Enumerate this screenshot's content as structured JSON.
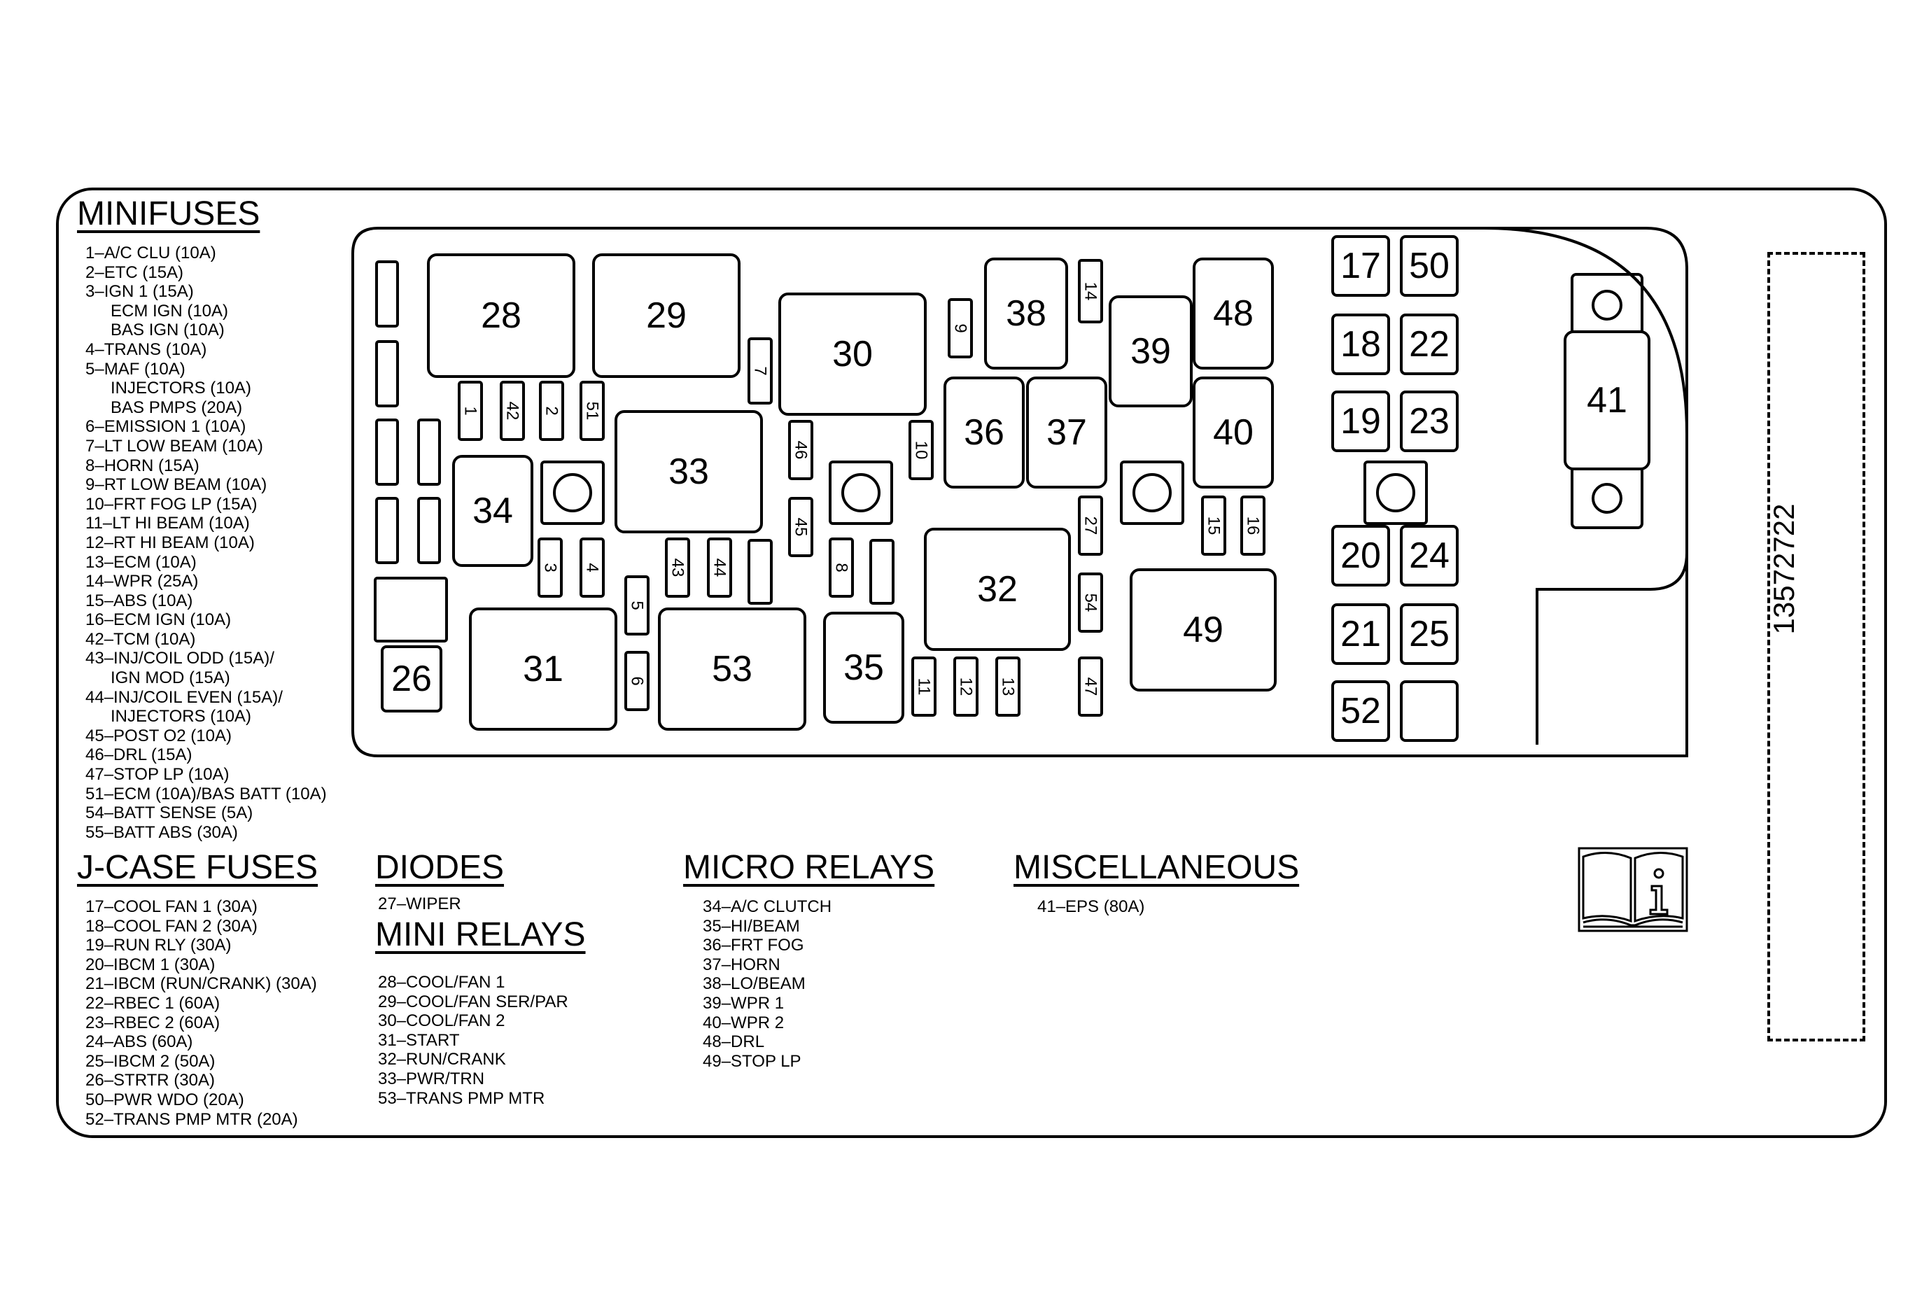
{
  "sections": {
    "minifuses": {
      "title": "MINIFUSES",
      "items": [
        {
          "text": "1–A/C CLU (10A)",
          "indent": false
        },
        {
          "text": "2–ETC (15A)",
          "indent": false
        },
        {
          "text": "3–IGN 1 (15A)",
          "indent": false
        },
        {
          "text": "ECM IGN (10A)",
          "indent": true
        },
        {
          "text": "BAS IGN (10A)",
          "indent": true
        },
        {
          "text": "4–TRANS (10A)",
          "indent": false
        },
        {
          "text": "5–MAF (10A)",
          "indent": false
        },
        {
          "text": "INJECTORS (10A)",
          "indent": true
        },
        {
          "text": "BAS PMPS (20A)",
          "indent": true
        },
        {
          "text": "6–EMISSION 1 (10A)",
          "indent": false
        },
        {
          "text": "7–LT LOW BEAM (10A)",
          "indent": false
        },
        {
          "text": "8–HORN (15A)",
          "indent": false
        },
        {
          "text": "9–RT LOW BEAM (10A)",
          "indent": false
        },
        {
          "text": "10–FRT FOG LP (15A)",
          "indent": false
        },
        {
          "text": "11–LT HI BEAM (10A)",
          "indent": false
        },
        {
          "text": "12–RT HI BEAM (10A)",
          "indent": false
        },
        {
          "text": "13–ECM (10A)",
          "indent": false
        },
        {
          "text": "14–WPR (25A)",
          "indent": false
        },
        {
          "text": "15–ABS (10A)",
          "indent": false
        },
        {
          "text": "16–ECM IGN (10A)",
          "indent": false
        },
        {
          "text": "42–TCM (10A)",
          "indent": false
        },
        {
          "text": "43–INJ/COIL ODD (15A)/",
          "indent": false
        },
        {
          "text": "IGN MOD (15A)",
          "indent": true
        },
        {
          "text": "44–INJ/COIL EVEN (15A)/",
          "indent": false
        },
        {
          "text": "INJECTORS (10A)",
          "indent": true
        },
        {
          "text": "45–POST O2 (10A)",
          "indent": false
        },
        {
          "text": "46–DRL (15A)",
          "indent": false
        },
        {
          "text": "47–STOP LP (10A)",
          "indent": false
        },
        {
          "text": "51–ECM (10A)/BAS BATT (10A)",
          "indent": false
        },
        {
          "text": "54–BATT SENSE (5A)",
          "indent": false
        },
        {
          "text": "55–BATT ABS (30A)",
          "indent": false
        }
      ]
    },
    "jcase_fuses": {
      "title": "J-CASE FUSES",
      "items": [
        "17–COOL FAN 1 (30A)",
        "18–COOL FAN 2 (30A)",
        "19–RUN RLY (30A)",
        "20–IBCM 1 (30A)",
        "21–IBCM (RUN/CRANK) (30A)",
        "22–RBEC 1 (60A)",
        "23–RBEC 2 (60A)",
        "24–ABS (60A)",
        "25–IBCM 2 (50A)",
        "26–STRTR (30A)",
        "50–PWR WDO (20A)",
        "52–TRANS PMP MTR (20A)"
      ]
    },
    "diodes": {
      "title": "DIODES",
      "items": [
        "27–WIPER"
      ]
    },
    "mini_relays": {
      "title": "MINI RELAYS",
      "items": [
        "28–COOL/FAN 1",
        "29–COOL/FAN SER/PAR",
        "30–COOL/FAN 2",
        "31–START",
        "32–RUN/CRANK",
        "33–PWR/TRN",
        "53–TRANS PMP MTR"
      ]
    },
    "micro_relays": {
      "title": "MICRO RELAYS",
      "items": [
        "34–A/C CLUTCH",
        "35–HI/BEAM",
        "36–FRT FOG",
        "37–HORN",
        "38–LO/BEAM",
        "39–WPR 1",
        "40–WPR 2",
        "48–DRL",
        "49–STOP LP"
      ]
    },
    "miscellaneous": {
      "title": "MISCELLANEOUS",
      "items": [
        "41–EPS (80A)"
      ]
    }
  },
  "part_number": "13572722",
  "diagram": {
    "components": [
      {
        "label": "28",
        "kind": "mini-relay"
      },
      {
        "label": "29",
        "kind": "mini-relay"
      },
      {
        "label": "30",
        "kind": "mini-relay"
      },
      {
        "label": "33",
        "kind": "mini-relay"
      },
      {
        "label": "31",
        "kind": "mini-relay"
      },
      {
        "label": "53",
        "kind": "mini-relay"
      },
      {
        "label": "32",
        "kind": "mini-relay"
      },
      {
        "label": "49",
        "kind": "micro-relay"
      },
      {
        "label": "38",
        "kind": "micro-relay"
      },
      {
        "label": "39",
        "kind": "micro-relay"
      },
      {
        "label": "48",
        "kind": "micro-relay"
      },
      {
        "label": "40",
        "kind": "micro-relay"
      },
      {
        "label": "36",
        "kind": "micro-relay"
      },
      {
        "label": "37",
        "kind": "micro-relay"
      },
      {
        "label": "34",
        "kind": "micro-relay"
      },
      {
        "label": "35",
        "kind": "micro-relay"
      },
      {
        "label": "26",
        "kind": "jcase-fuse"
      },
      {
        "label": "17",
        "kind": "jcase-fuse"
      },
      {
        "label": "50",
        "kind": "jcase-fuse"
      },
      {
        "label": "18",
        "kind": "jcase-fuse"
      },
      {
        "label": "22",
        "kind": "jcase-fuse"
      },
      {
        "label": "19",
        "kind": "jcase-fuse"
      },
      {
        "label": "23",
        "kind": "jcase-fuse"
      },
      {
        "label": "20",
        "kind": "jcase-fuse"
      },
      {
        "label": "24",
        "kind": "jcase-fuse"
      },
      {
        "label": "21",
        "kind": "jcase-fuse"
      },
      {
        "label": "25",
        "kind": "jcase-fuse"
      },
      {
        "label": "52",
        "kind": "jcase-fuse"
      },
      {
        "label": "",
        "kind": "jcase-fuse"
      },
      {
        "label": "41",
        "kind": "eps-fuse"
      },
      {
        "label": "1",
        "kind": "minifuse"
      },
      {
        "label": "42",
        "kind": "minifuse"
      },
      {
        "label": "2",
        "kind": "minifuse"
      },
      {
        "label": "51",
        "kind": "minifuse"
      },
      {
        "label": "7",
        "kind": "minifuse"
      },
      {
        "label": "46",
        "kind": "minifuse"
      },
      {
        "label": "45",
        "kind": "minifuse"
      },
      {
        "label": "9",
        "kind": "minifuse"
      },
      {
        "label": "10",
        "kind": "minifuse"
      },
      {
        "label": "14",
        "kind": "minifuse"
      },
      {
        "label": "27",
        "kind": "minifuse"
      },
      {
        "label": "54",
        "kind": "minifuse"
      },
      {
        "label": "15",
        "kind": "minifuse"
      },
      {
        "label": "16",
        "kind": "minifuse"
      },
      {
        "label": "3",
        "kind": "minifuse"
      },
      {
        "label": "4",
        "kind": "minifuse"
      },
      {
        "label": "43",
        "kind": "minifuse"
      },
      {
        "label": "44",
        "kind": "minifuse"
      },
      {
        "label": "5",
        "kind": "minifuse"
      },
      {
        "label": "6",
        "kind": "minifuse"
      },
      {
        "label": "8",
        "kind": "minifuse"
      },
      {
        "label": "11",
        "kind": "minifuse"
      },
      {
        "label": "12",
        "kind": "minifuse"
      },
      {
        "label": "13",
        "kind": "minifuse"
      },
      {
        "label": "47",
        "kind": "minifuse"
      }
    ]
  }
}
